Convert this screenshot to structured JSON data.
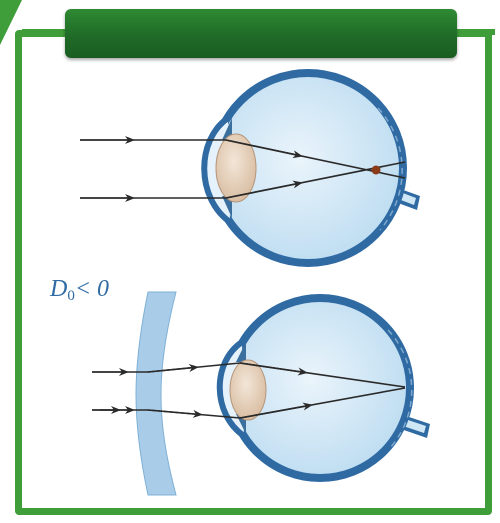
{
  "header": {
    "title": ""
  },
  "formula": {
    "symbol": "D",
    "subscript": "0",
    "relation": "< 0"
  },
  "colors": {
    "frame_green": "#3f9d3a",
    "header_green": "#1f6b27",
    "eye_outline": "#2f6aa3",
    "eye_fill": "#cfe6f5",
    "lens_fill": "#e7d2bd",
    "concave_lens": "#a9cde8",
    "ray": "#2a2a2a"
  }
}
